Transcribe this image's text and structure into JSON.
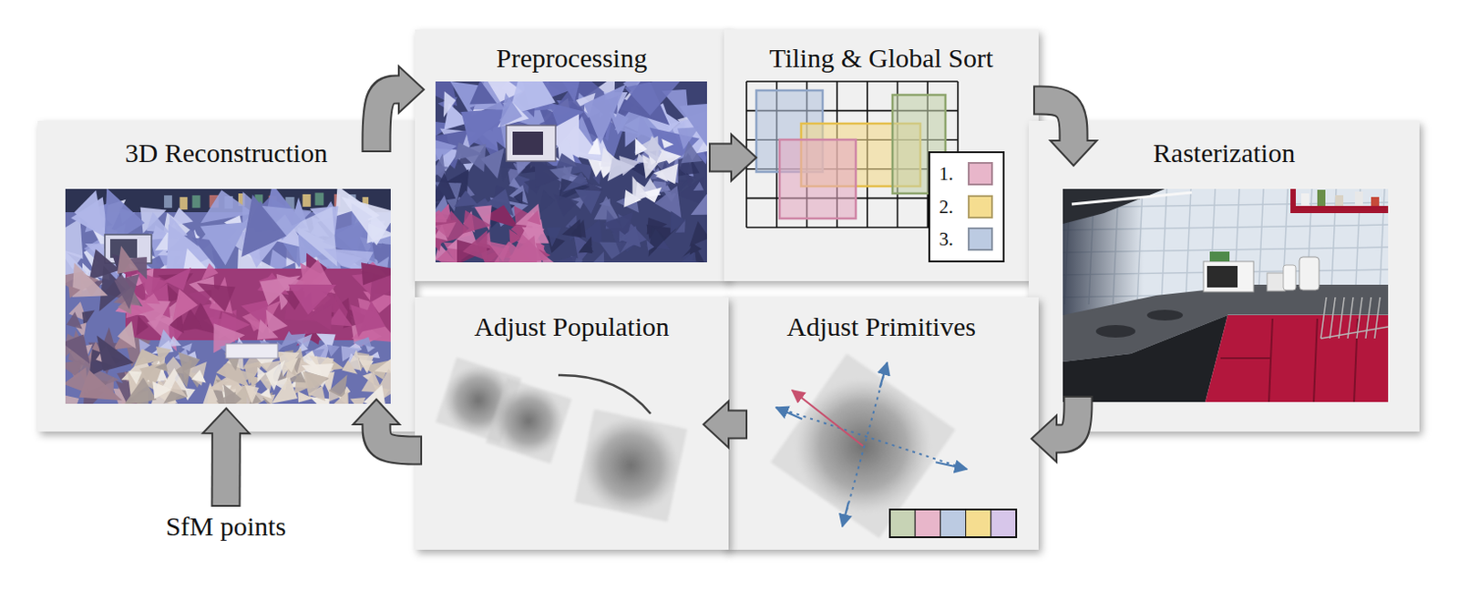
{
  "diagram": {
    "nodes": [
      {
        "text": [
          "3D Reconstruction"
        ]
      },
      {
        "text": [
          "Preprocessing"
        ]
      },
      {
        "text": [
          "Tiling & Global Sort"
        ]
      },
      {
        "text": [
          "Rasterization"
        ]
      },
      {
        "text": [
          "Adjust Primitives"
        ]
      },
      {
        "text": [
          "Adjust Population"
        ]
      },
      {
        "text": [
          "SfM points"
        ]
      }
    ],
    "edges": [
      {
        "from": 0,
        "to": 1,
        "arrow": "to"
      },
      {
        "from": 1,
        "to": 2,
        "arrow": "to"
      },
      {
        "from": 2,
        "to": 3,
        "arrow": "to"
      },
      {
        "from": 3,
        "to": 4,
        "arrow": "to"
      },
      {
        "from": 4,
        "to": 5,
        "arrow": "to"
      },
      {
        "from": 5,
        "to": 0,
        "arrow": "to"
      },
      {
        "from": 6,
        "to": 0,
        "arrow": "to"
      }
    ],
    "legend": [
      {
        "text": "1.",
        "color": "#e8b6ca"
      },
      {
        "text": "2.",
        "color": "#f5dd90"
      },
      {
        "text": "3.",
        "color": "#bccbe2"
      }
    ]
  }
}
